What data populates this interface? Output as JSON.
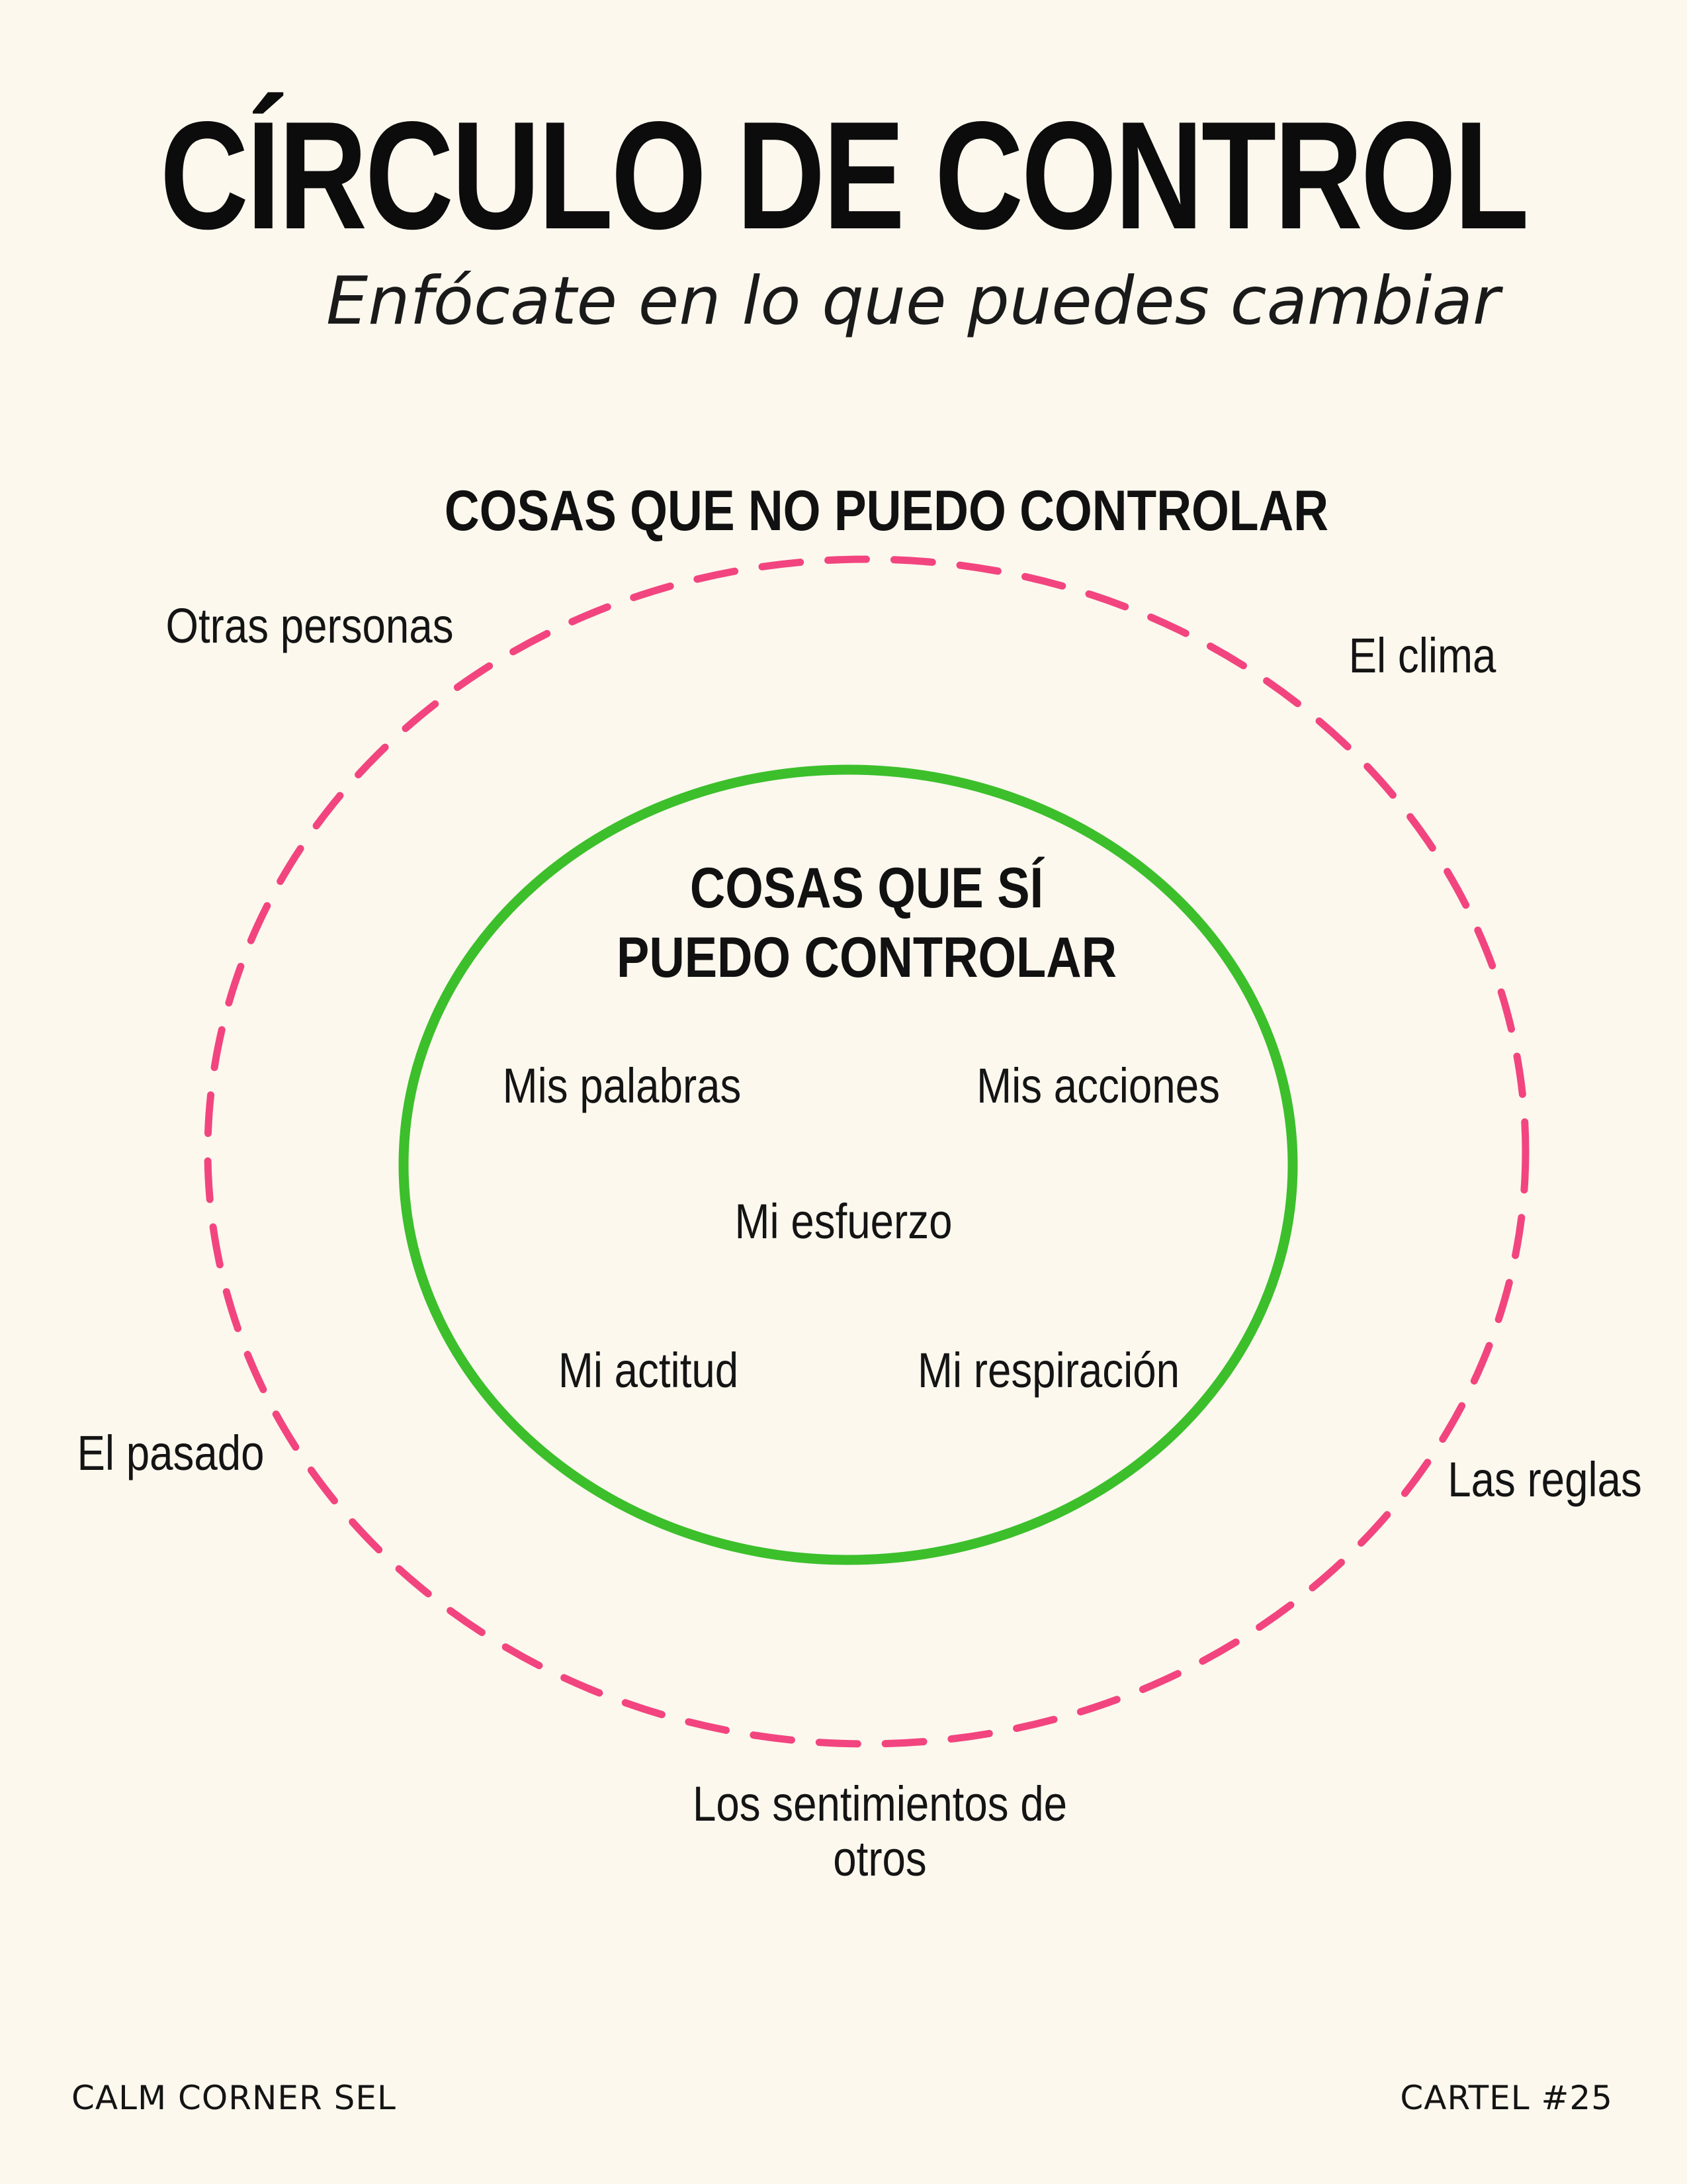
{
  "title": "CÍRCULO DE CONTROL",
  "subtitle": "Enfócate en lo que puedes cambiar",
  "outer_circle": {
    "heading": "COSAS QUE NO PUEDO CONTROLAR",
    "color": "#f2457f",
    "items": [
      "Otras personas",
      "El clima",
      "El pasado",
      "Las reglas",
      "Los sentimientos de otros"
    ]
  },
  "inner_circle": {
    "heading_line1": "COSAS QUE SÍ",
    "heading_line2": "PUEDO CONTROLAR",
    "color": "#3cbf2b",
    "items": [
      "Mis palabras",
      "Mis acciones",
      "Mi esfuerzo",
      "Mi actitud",
      "Mi respiración"
    ]
  },
  "footer": {
    "left": "CALM CORNER SEL",
    "right": "CARTEL #25"
  }
}
